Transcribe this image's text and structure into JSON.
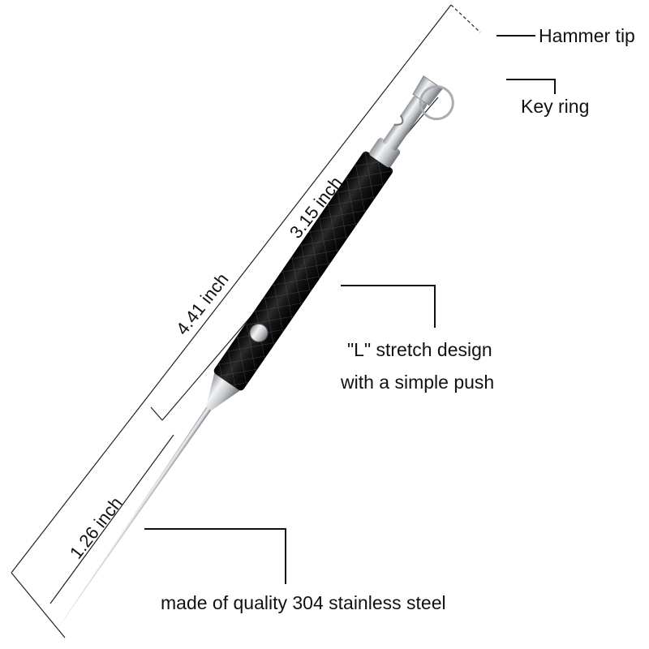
{
  "labels": {
    "hammer_tip": "Hammer tip",
    "key_ring": "Key ring",
    "l_stretch_line1": "\"L\" stretch design",
    "l_stretch_line2": "with a simple push",
    "material": "made of quality 304 stainless steel"
  },
  "measurements": {
    "total_length": "4.41 inch",
    "handle_length": "3.15 inch",
    "tip_length": "1.26 inch"
  },
  "colors": {
    "handle": "#111111",
    "steel": "#c9cccf",
    "background": "#ffffff",
    "text": "#111111"
  }
}
